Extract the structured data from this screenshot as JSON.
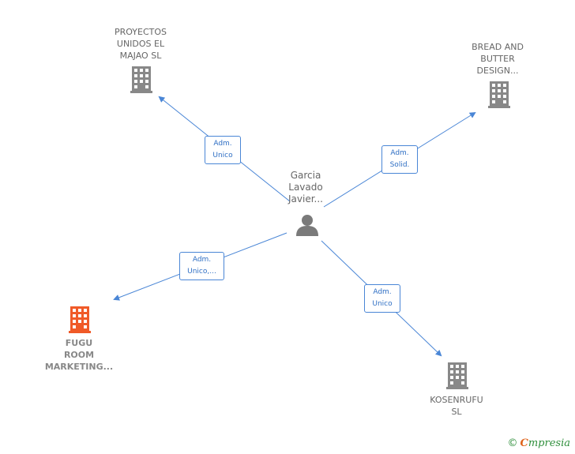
{
  "center": {
    "label": "Garcia\nLavado\nJavier..."
  },
  "companies": [
    {
      "id": "proyectos",
      "label": "PROYECTOS\nUNIDOS EL\nMAJAO SL",
      "color": "#888888"
    },
    {
      "id": "bread",
      "label": "BREAD AND\nBUTTER\nDESIGN...",
      "color": "#888888"
    },
    {
      "id": "fugu",
      "label": "FUGU\nROOM\nMARKETING...",
      "color": "#f05a28"
    },
    {
      "id": "kosenrufu",
      "label": "KOSENRUFU\nSL",
      "color": "#888888"
    }
  ],
  "edges": [
    {
      "to": "proyectos",
      "label": "Adm.\nUnico"
    },
    {
      "to": "bread",
      "label": "Adm.\nSolid."
    },
    {
      "to": "fugu",
      "label": "Adm.\nUnico,..."
    },
    {
      "to": "kosenrufu",
      "label": "Adm.\nUnico"
    }
  ],
  "footer": {
    "copyright": "©",
    "brand_first": "C",
    "brand_rest": "mpresia"
  },
  "colors": {
    "edge": "#4a86d6",
    "person": "#7a7a7a",
    "highlight": "#f05a28"
  }
}
